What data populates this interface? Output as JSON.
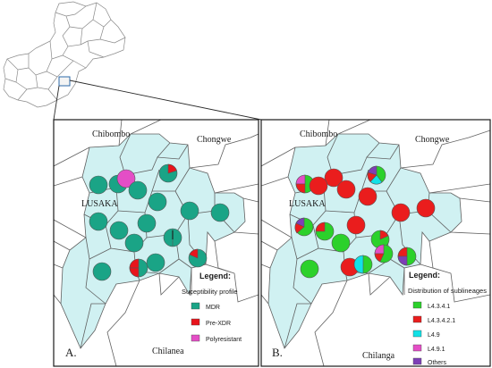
{
  "panel_a": {
    "panel_label": "A.",
    "places": {
      "north_west": "Chibombo",
      "north_east": "Chongwe",
      "city": "LUSAKA",
      "south": "Chilanea"
    },
    "legend": {
      "title": "Legend:",
      "subtitle": "Suceptibility profile",
      "items": [
        {
          "label": "MDR",
          "color": "#1aa486"
        },
        {
          "label": "Pre-XDR",
          "color": "#e8141c"
        },
        {
          "label": "Polyresistant",
          "color": "#e44ec6"
        }
      ]
    }
  },
  "panel_b": {
    "panel_label": "B.",
    "places": {
      "north_west": "Chibombo",
      "north_east": "Chongwe",
      "city": "LUSAKA",
      "south": "Chilanga"
    },
    "legend": {
      "title": "Legend:",
      "subtitle": "Distribution of sublineages",
      "items": [
        {
          "label": "L4.3.4.1",
          "color": "#2bd12b"
        },
        {
          "label": "L4.3.4.2.1",
          "color": "#ea1d1d"
        },
        {
          "label": "L4.9",
          "color": "#12e1e6"
        },
        {
          "label": "L4.9.1",
          "color": "#e44ec6"
        },
        {
          "label": "Others",
          "color": "#7d3fb6"
        }
      ]
    }
  },
  "colors": {
    "region_fill": "#d0f1f2",
    "boundary": "#606060",
    "mdr": "#1aa486",
    "prexdr": "#e8141c",
    "polyresistant": "#e44ec6",
    "l4341": "#2bd12b",
    "l43421": "#ea1d1d",
    "l49": "#12e1e6",
    "l491": "#e44ec6",
    "others": "#7d3fb6"
  }
}
